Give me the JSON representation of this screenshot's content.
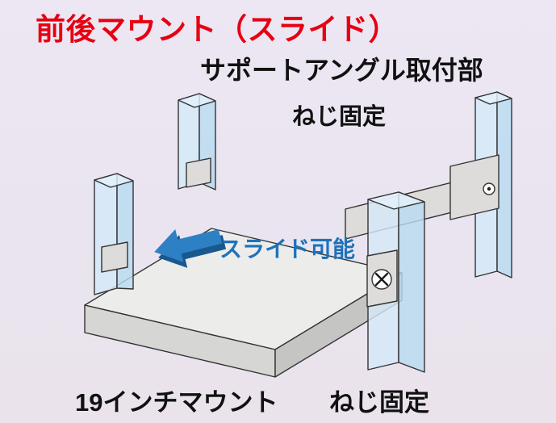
{
  "title": {
    "text": "前後マウント（スライド）",
    "color": "#e60012"
  },
  "labels": {
    "support_angle": "サポートアングル取付部",
    "screw_fix_top": "ねじ固定",
    "slide": "スライド可能",
    "rack_mount": "19インチマウント",
    "screw_fix_bottom": "ねじ固定"
  },
  "icons": {
    "slide_arrow": "slide-arrow-icon",
    "screw": "phillips-screw-icon"
  },
  "colors": {
    "background_top": "#ede7f3",
    "background_bottom": "#eae3ec",
    "title_red": "#e60012",
    "text_black": "#111111",
    "slide_blue": "#1d72ba",
    "panel_blue_front": "#d4e9f8",
    "panel_blue_side": "#b9dbf0",
    "panel_blue_top": "#e3f1fb",
    "chassis_top": "#ececea",
    "chassis_left": "#d6d6d4",
    "chassis_right": "#c5c5c3",
    "bracket_gray": "#dddcda",
    "arrow_blue": "#2e80c4",
    "arrow_blue_dark": "#17598f",
    "outline": "#333333",
    "screw_white": "#ffffff"
  }
}
